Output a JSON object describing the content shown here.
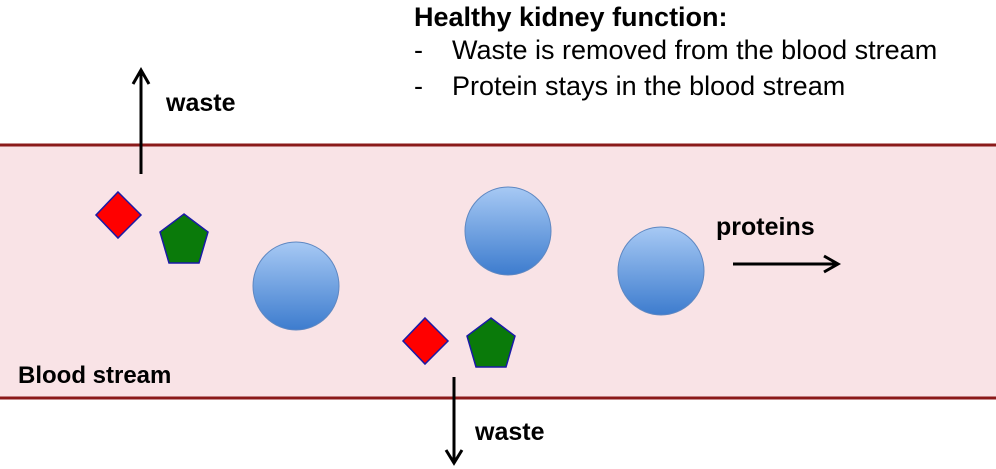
{
  "heading": "Healthy kidney function:",
  "bullets": [
    {
      "dash": "-",
      "text": "Waste is removed from the blood stream"
    },
    {
      "dash": "-",
      "text": "Protein stays in the blood stream"
    }
  ],
  "labels": {
    "waste_top": "waste",
    "waste_bottom": "waste",
    "proteins": "proteins",
    "blood_stream": "Blood stream"
  },
  "colors": {
    "vessel_fill": "#f9e3e6",
    "vessel_wall": "#8b1a1a",
    "waste_diamond": "#ff0000",
    "waste_pentagon": "#0a7a0a",
    "shape_outline": "#1a1aa6",
    "protein_top": "#9ec3f2",
    "protein_bottom": "#3f7fcf",
    "protein_outline": "#5f88c2",
    "arrow": "#000000"
  },
  "icons": {
    "waste_diamond": "red-diamond",
    "waste_pentagon": "green-pentagon",
    "protein": "blue-circle",
    "arrow": "arrow"
  }
}
